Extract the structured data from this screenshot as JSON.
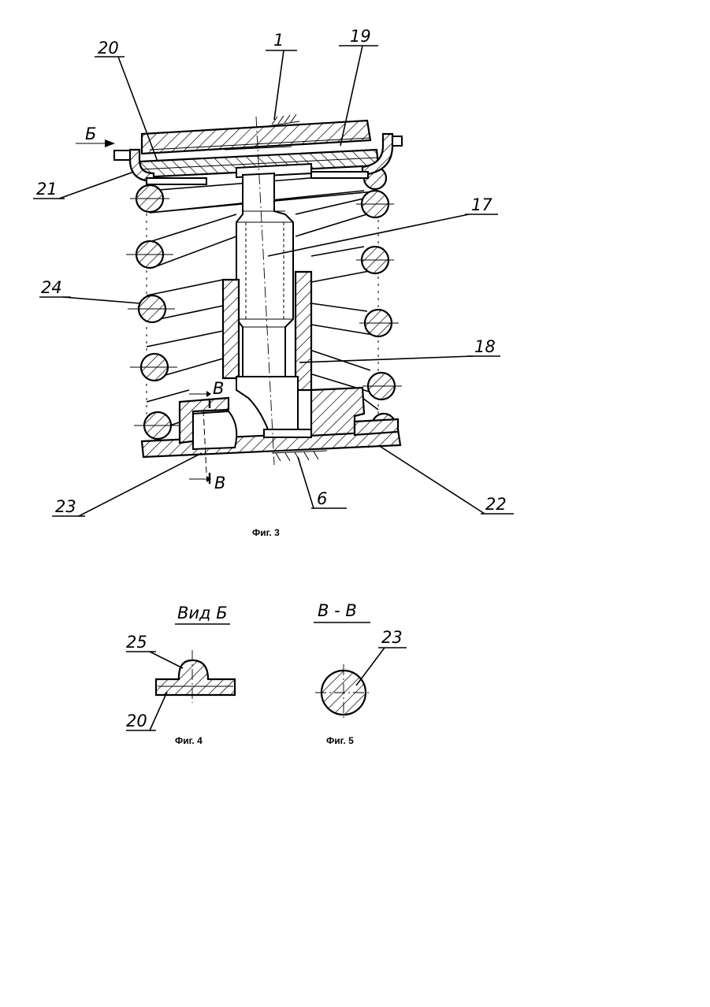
{
  "figure3": {
    "caption": "Фиг. 3",
    "labels": {
      "l1": "1",
      "l6": "6",
      "l17": "17",
      "l18": "18",
      "l19": "19",
      "l20": "20",
      "l21": "21",
      "l22": "22",
      "l23": "23",
      "l24": "24",
      "viewB": "Б",
      "sectionV_top": "В",
      "sectionV_bottom": "В"
    }
  },
  "figure4": {
    "caption": "Фиг. 4",
    "title": "Вид Б",
    "labels": {
      "l25": "25",
      "l20": "20"
    }
  },
  "figure5": {
    "caption": "Фиг. 5",
    "title": "В - В",
    "labels": {
      "l23": "23"
    }
  }
}
